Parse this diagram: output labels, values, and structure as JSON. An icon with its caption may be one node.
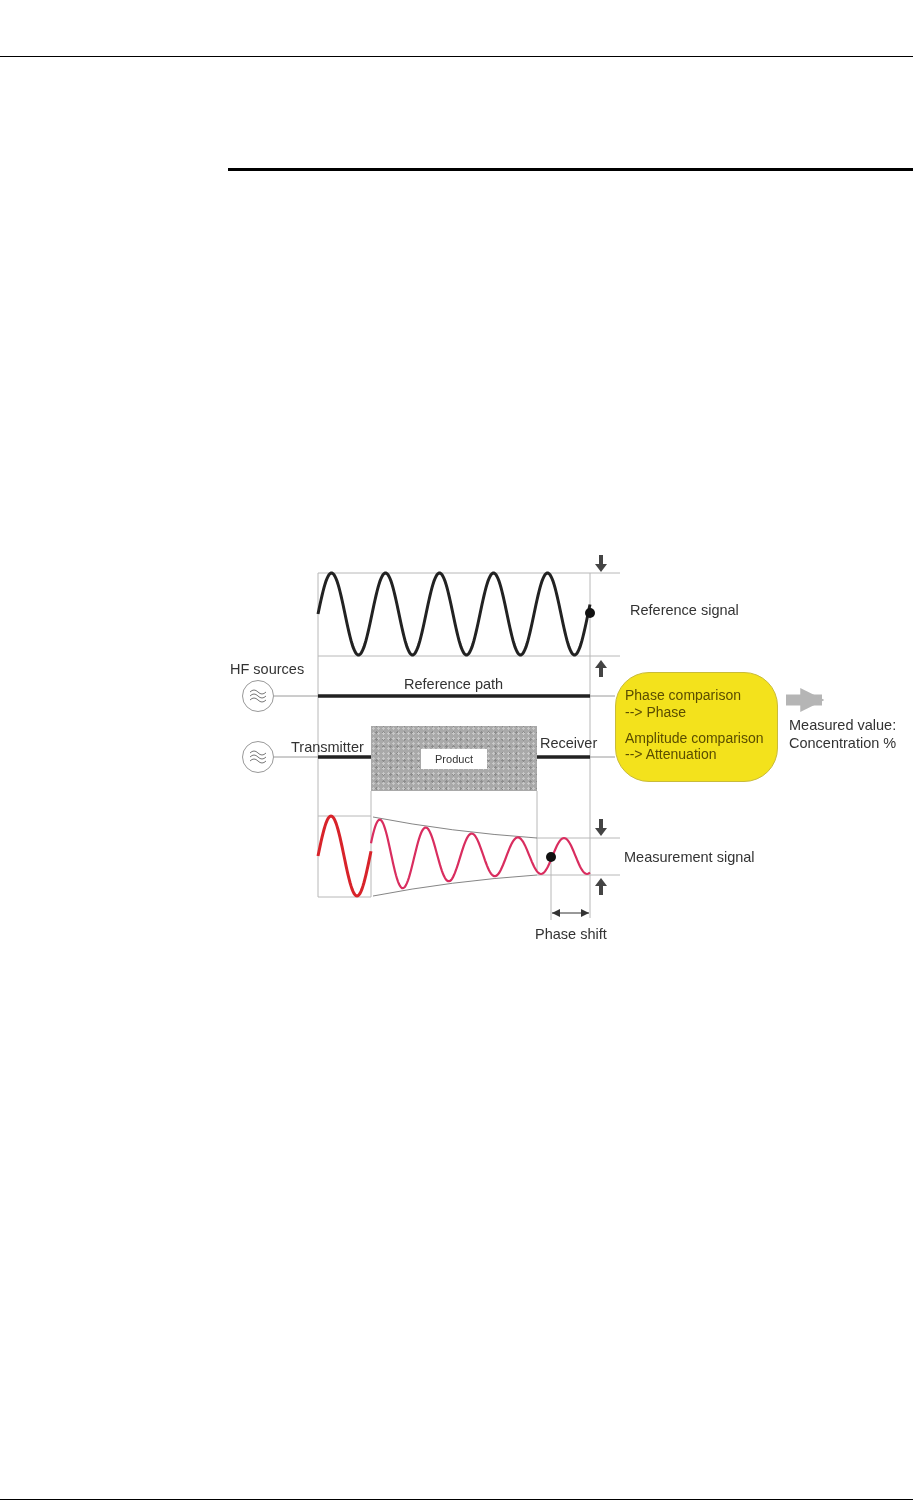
{
  "diagram": {
    "nodes": [
      {
        "text": [],
        "shape": "circle"
      },
      {
        "text": [],
        "shape": "circle"
      },
      {
        "text": [
          "Product"
        ]
      },
      {
        "text": [
          "Phase comparison --> Phase",
          "Amplitude comparison --> Attenuation"
        ]
      },
      {
        "text": [
          "Measured value: Concentration %"
        ]
      }
    ],
    "edges": [
      {
        "from": 0,
        "to": 3,
        "arrow": "none",
        "label": "Reference path"
      },
      {
        "from": 1,
        "to": 2,
        "arrow": "none"
      },
      {
        "from": 2,
        "to": 3,
        "arrow": "none"
      },
      {
        "from": 3,
        "to": 4,
        "arrow": "to",
        "style": "thick",
        "color": "#b5b5b5"
      }
    ],
    "labels": [
      "HF sources",
      "Reference signal",
      "Transmitter",
      "Receiver",
      "Measurement signal",
      "Phase shift"
    ]
  }
}
